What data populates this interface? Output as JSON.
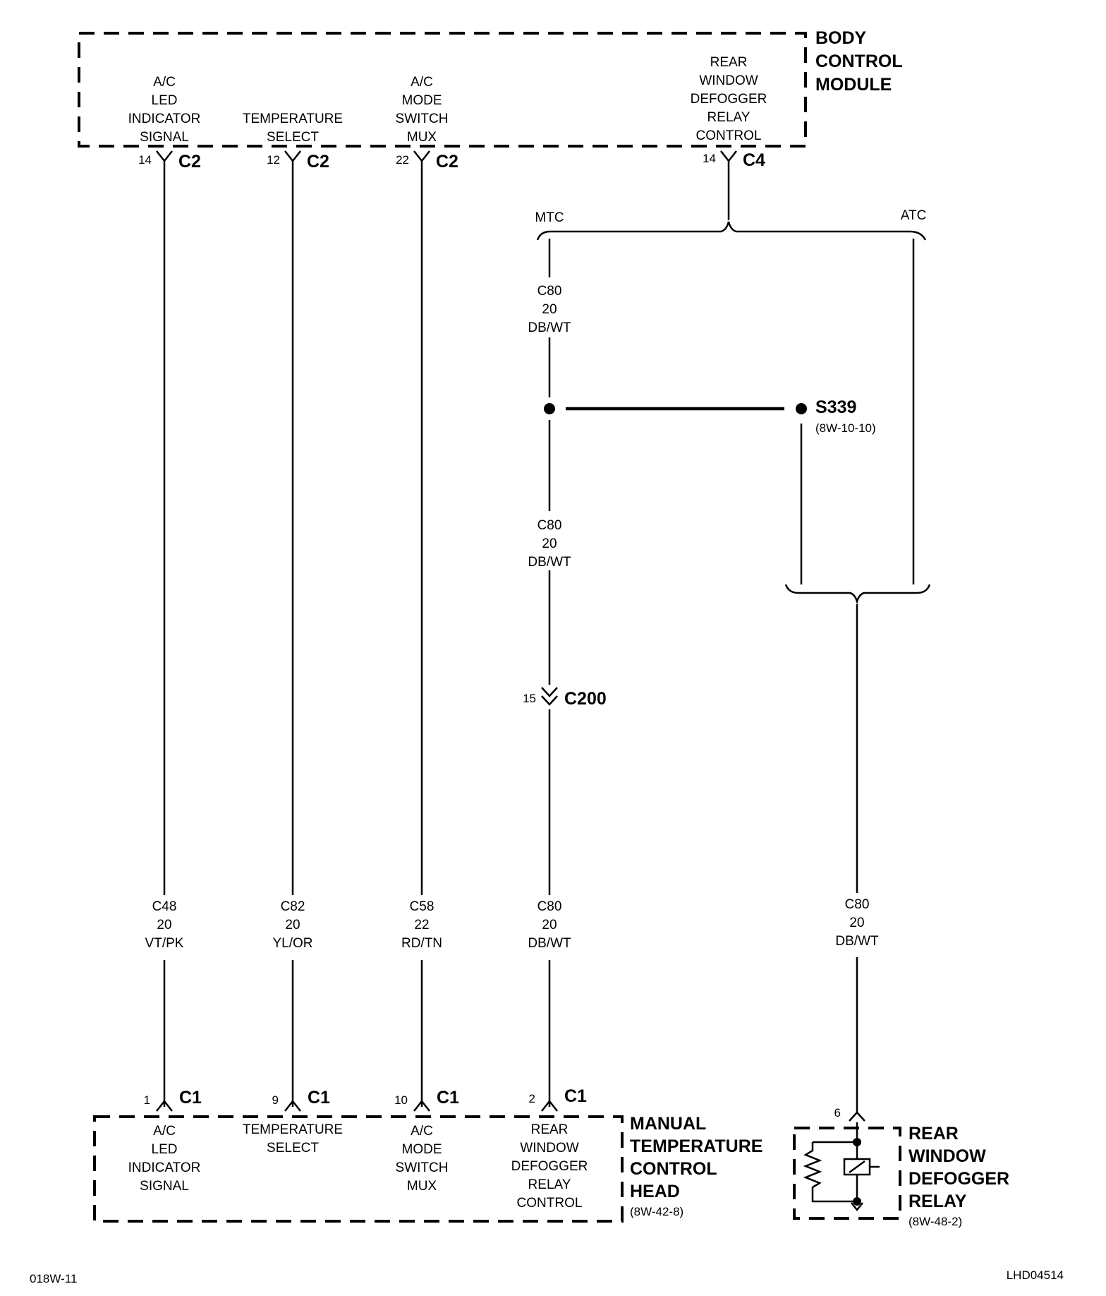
{
  "bcm": {
    "title": [
      "BODY",
      "CONTROL",
      "MODULE"
    ],
    "pins": [
      {
        "label": [
          "A/C",
          "LED",
          "INDICATOR",
          "SIGNAL"
        ],
        "pin": "14",
        "conn": "C2"
      },
      {
        "label": [
          "TEMPERATURE",
          "SELECT"
        ],
        "pin": "12",
        "conn": "C2"
      },
      {
        "label": [
          "A/C",
          "MODE",
          "SWITCH",
          "MUX"
        ],
        "pin": "22",
        "conn": "C2"
      },
      {
        "label": [
          "REAR",
          "WINDOW",
          "DEFOGGER",
          "RELAY",
          "CONTROL"
        ],
        "pin": "14",
        "conn": "C4"
      }
    ]
  },
  "branch": {
    "mtc": "MTC",
    "atc": "ATC"
  },
  "wires": {
    "c48": [
      "C48",
      "20",
      "VT/PK"
    ],
    "c82": [
      "C82",
      "20",
      "YL/OR"
    ],
    "c58": [
      "C58",
      "22",
      "RD/TN"
    ],
    "c80_upper": [
      "C80",
      "20",
      "DB/WT"
    ],
    "c80_middle": [
      "C80",
      "20",
      "DB/WT"
    ],
    "c80_lower": [
      "C80",
      "20",
      "DB/WT"
    ],
    "c80_right": [
      "C80",
      "20",
      "DB/WT"
    ]
  },
  "splice": {
    "name": "S339",
    "ref": "(8W-10-10)"
  },
  "inline_connector": {
    "pin": "15",
    "name": "C200"
  },
  "mtch": {
    "title": [
      "MANUAL",
      "TEMPERATURE",
      "CONTROL",
      "HEAD"
    ],
    "ref": "(8W-42-8)",
    "pins": [
      {
        "label": [
          "A/C",
          "LED",
          "INDICATOR",
          "SIGNAL"
        ],
        "pin": "1",
        "conn": "C1"
      },
      {
        "label": [
          "TEMPERATURE",
          "SELECT"
        ],
        "pin": "9",
        "conn": "C1"
      },
      {
        "label": [
          "A/C",
          "MODE",
          "SWITCH",
          "MUX"
        ],
        "pin": "10",
        "conn": "C1"
      },
      {
        "label": [
          "REAR",
          "WINDOW",
          "DEFOGGER",
          "RELAY",
          "CONTROL"
        ],
        "pin": "2",
        "conn": "C1"
      }
    ]
  },
  "relay": {
    "title": [
      "REAR",
      "WINDOW",
      "DEFOGGER",
      "RELAY"
    ],
    "ref": "(8W-48-2)",
    "pin": "6"
  },
  "footer": {
    "left": "018W-11",
    "right": "LHD04514"
  }
}
